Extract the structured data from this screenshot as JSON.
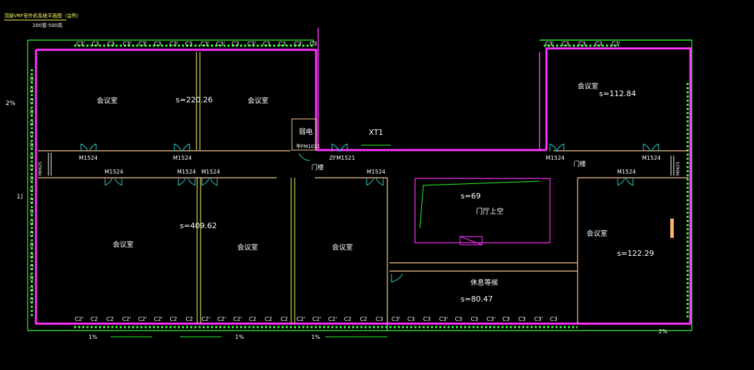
{
  "header": {
    "title": "顶层VRF室外机系统平面图（会所）",
    "scale": "200宽-500高"
  },
  "colors": {
    "background": "#000000",
    "wall": "#ff33ff",
    "outline": "#33ff33",
    "door": "#33cccc",
    "partition": "#ffcc99",
    "grid_yellow": "#ffff66",
    "marker": "#ffb366"
  },
  "rooms": [
    {
      "name": "会议室",
      "area": "s=220.26"
    },
    {
      "name": "会议室",
      "area": ""
    },
    {
      "name": "会议室",
      "area": "s=112.84"
    },
    {
      "name": "会议室",
      "area": "s=409.62"
    },
    {
      "name": "会议室",
      "area": ""
    },
    {
      "name": "会议室",
      "area": ""
    },
    {
      "name": "会议室",
      "area": "s=122.29"
    },
    {
      "name": "门厅上空",
      "area": "s=69"
    },
    {
      "name": "休息等候",
      "area": "s=80.47"
    }
  ],
  "labels": {
    "weak_current": "弱电",
    "xt1": "XT1",
    "stair_1": "门楼",
    "stair_2": "门楼",
    "door_fm": "甲FM1021",
    "door_zfm": "ZFM1521",
    "left_marker": "1)"
  },
  "doors_row1": [
    "M1524",
    "M1524",
    "M1524",
    "M1524"
  ],
  "doors_row2": [
    "M1524",
    "M1524",
    "M1524",
    "M1524",
    "M1524"
  ],
  "slopes": {
    "left": "2%",
    "bottom1": "1%",
    "bottom2": "1%",
    "bottom3": "1%",
    "right": "2%"
  },
  "units_top_left": [
    "C3'",
    "C3",
    "C3",
    "C3'",
    "C3'",
    "C3",
    "C3'",
    "C3",
    "C3'",
    "C3'",
    "C3",
    "C3'",
    "C3",
    "C3",
    "C3'",
    "C3"
  ],
  "units_top_right": [
    "C3'",
    "C3",
    "C3",
    "C3",
    "C3'"
  ],
  "units_bottom": [
    "C2'",
    "C2",
    "C2",
    "C2'",
    "C2'",
    "C2'",
    "C2",
    "C2",
    "C2'",
    "C2'",
    "C2'",
    "C2",
    "C2",
    "C2",
    "C2'",
    "C2'",
    "C2'",
    "C2",
    "C2",
    "C3",
    "C3'",
    "C3",
    "C3",
    "C3'",
    "C3",
    "C3",
    "C3'",
    "C3",
    "C3",
    "C3'",
    "C3"
  ],
  "units_left_col": [
    "C2",
    "C2'",
    "C2",
    "C2'",
    "C2",
    "C2",
    "C2'",
    "C2",
    "C2'",
    "C2",
    "C2",
    "C2'",
    "C2",
    "C2",
    "C2'",
    "C2",
    "C2'",
    "C2",
    "C2'",
    "C2",
    "C2'"
  ],
  "side_labels": {
    "left_vertical": "M0625",
    "right_vertical": "M0625"
  }
}
